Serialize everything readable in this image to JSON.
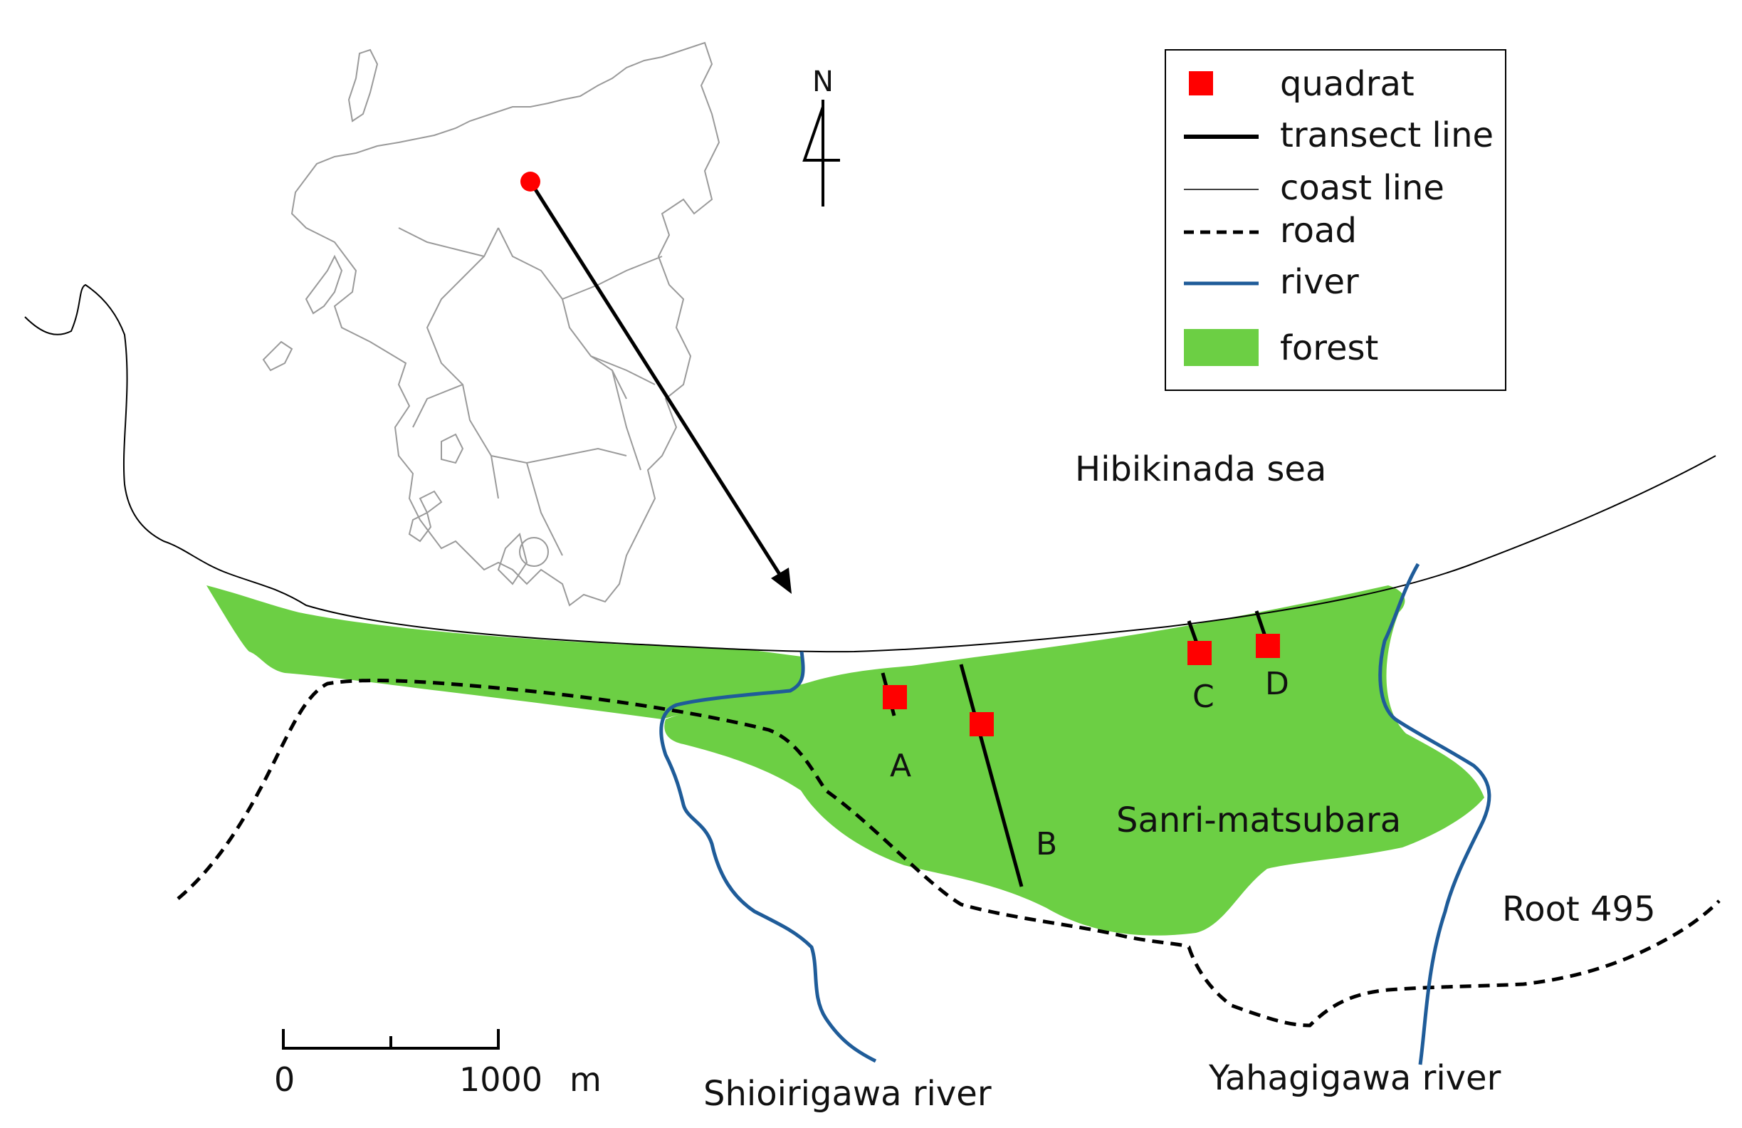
{
  "legend": {
    "items": [
      {
        "label": "quadrat",
        "symbol": "square",
        "color": "#ff0000"
      },
      {
        "label": "transect line",
        "symbol": "thick-line",
        "color": "#000000"
      },
      {
        "label": "coast line",
        "symbol": "thin-line",
        "color": "#000000"
      },
      {
        "label": "road",
        "symbol": "dashed-line",
        "color": "#000000"
      },
      {
        "label": "river",
        "symbol": "line",
        "color": "#1f5c99"
      },
      {
        "label": "forest",
        "symbol": "fill",
        "color": "#6ccf44"
      }
    ]
  },
  "north_arrow": {
    "label": "N"
  },
  "places": {
    "sea": "Hibikinada sea",
    "forest": "Sanri-matsubara",
    "road": "Root 495",
    "river_west": "Shioirigawa river",
    "river_east": "Yahagigawa river"
  },
  "transects": {
    "a": "A",
    "b": "B",
    "c": "C",
    "d": "D"
  },
  "scale_bar": {
    "start": "0",
    "end": "1000",
    "unit": "m"
  },
  "colors": {
    "forest": "#6ccf44",
    "river": "#1f5c99",
    "quadrat": "#ff0000",
    "inset_marker": "#ff0000"
  }
}
